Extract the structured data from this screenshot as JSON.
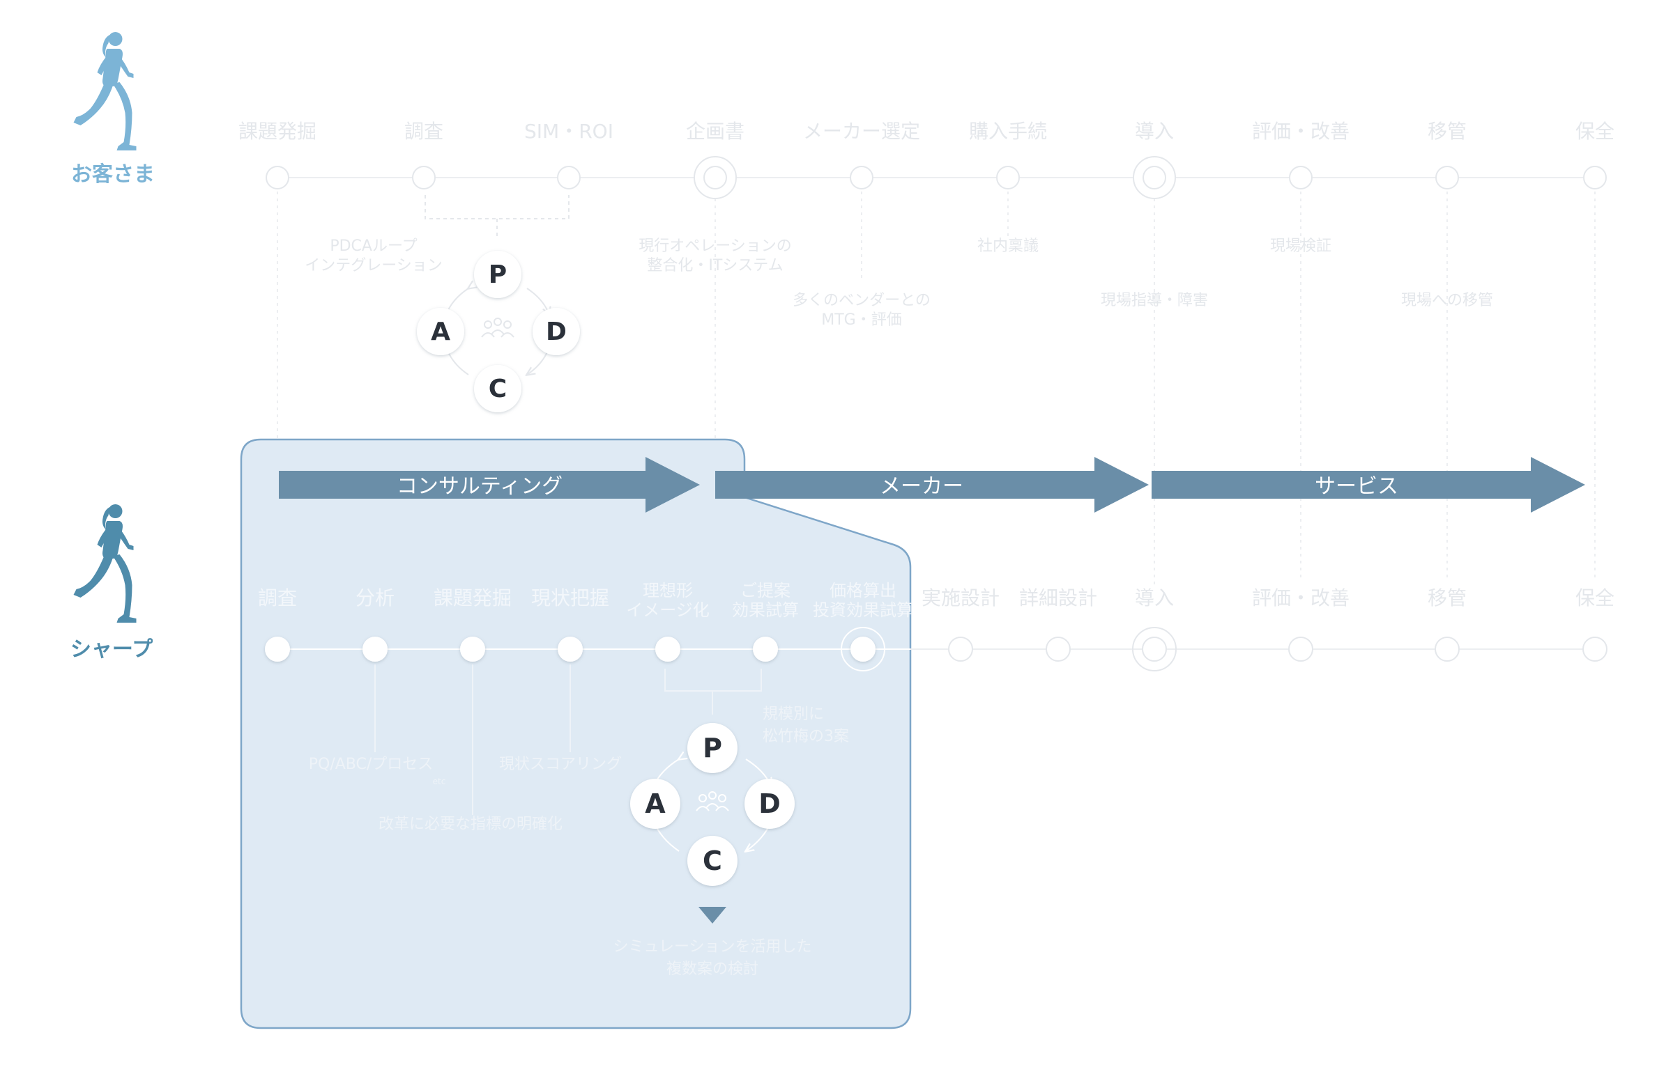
{
  "colors": {
    "customer_blue": "#7cb4d6",
    "sharp_blue": "#4f8cab",
    "arrow": "#6a8ea8",
    "panel_fill": "#dfeaf4",
    "panel_stroke": "#7ea6c8",
    "ghost_text": "#e4e7eb",
    "ghost_line": "#eceef1",
    "pdca_text": "#2b313a"
  },
  "customer": {
    "label": "お客さま",
    "icon": "runner-icon",
    "steps": [
      "課題発掘",
      "調査",
      "SIM・ROI",
      "企画書",
      "メーカー選定",
      "購入手続",
      "導入",
      "評価・改善",
      "移管",
      "保全"
    ],
    "notes": [
      {
        "lines": [
          "PDCAループ",
          "インテグレーション"
        ]
      },
      {
        "lines": [
          "現行オペレーションの",
          "整合化・ITシステム"
        ]
      },
      {
        "lines": [
          "多くのベンダーとの",
          "MTG・評価"
        ]
      },
      {
        "lines": [
          "社内稟議"
        ]
      },
      {
        "lines": [
          "現場指導・障害"
        ]
      },
      {
        "lines": [
          "現場検証"
        ]
      },
      {
        "lines": [
          "現場への移管"
        ]
      }
    ],
    "pdca": {
      "p": "P",
      "d": "D",
      "c": "C",
      "a": "A"
    }
  },
  "arrows": [
    "コンサルティング",
    "メーカー",
    "サービス"
  ],
  "sharp": {
    "label": "シャープ",
    "icon": "runner-icon",
    "steps": [
      {
        "lines": [
          "調査"
        ]
      },
      {
        "lines": [
          "分析"
        ]
      },
      {
        "lines": [
          "課題発掘"
        ]
      },
      {
        "lines": [
          "現状把握"
        ]
      },
      {
        "lines": [
          "理想形",
          "イメージ化"
        ]
      },
      {
        "lines": [
          "ご提案",
          "効果試算"
        ]
      },
      {
        "lines": [
          "価格算出",
          "投資効果試算"
        ]
      },
      {
        "lines": [
          "実施設計"
        ]
      },
      {
        "lines": [
          "詳細設計"
        ]
      },
      {
        "lines": [
          "導入"
        ]
      },
      {
        "lines": [
          "評価・改善"
        ]
      },
      {
        "lines": [
          "移管"
        ]
      },
      {
        "lines": [
          "保全"
        ]
      }
    ],
    "notes": {
      "pq": "PQ/ABC/プロセス",
      "etc": "etc",
      "scoring": "現状スコアリング",
      "indicators": "改革に必要な指標の明確化",
      "plans": [
        "規模別に",
        "松竹梅の3案"
      ],
      "simulation": [
        "シミュレーションを活用した",
        "複数案の検討"
      ]
    },
    "pdca": {
      "p": "P",
      "d": "D",
      "c": "C",
      "a": "A"
    }
  }
}
